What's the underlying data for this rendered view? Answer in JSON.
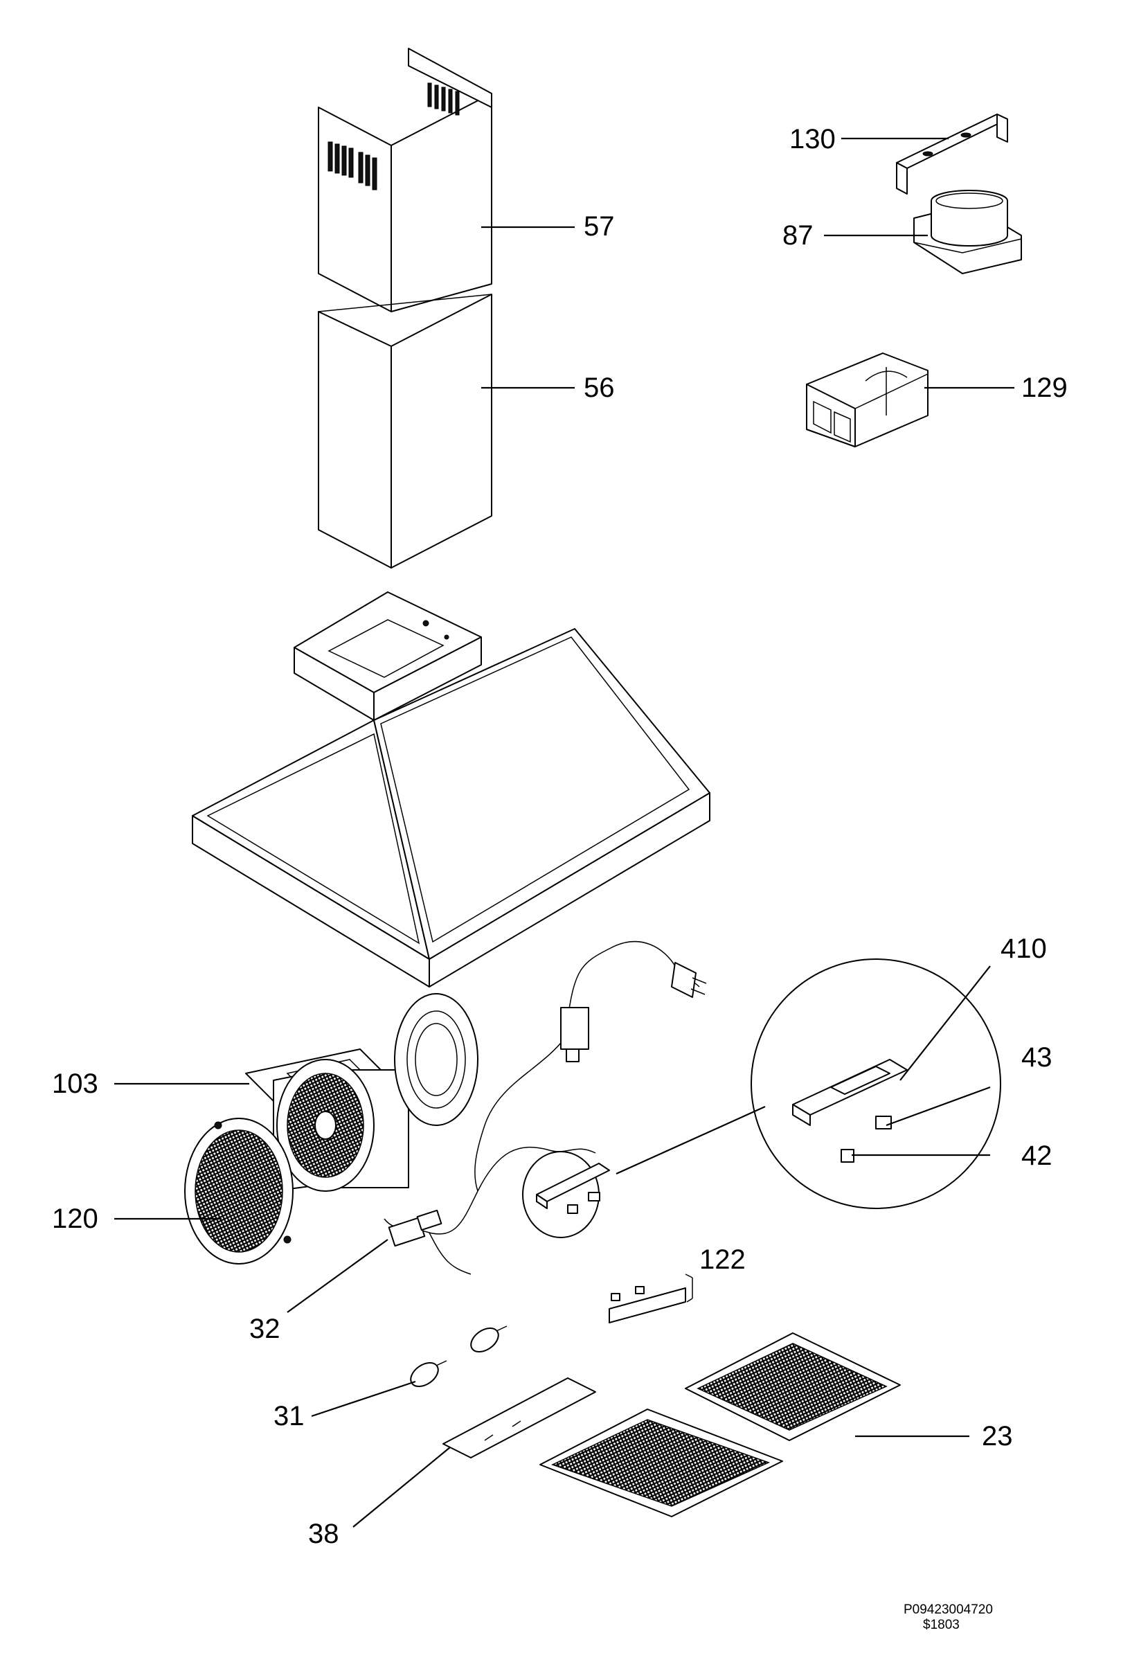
{
  "parts": {
    "p57": "57",
    "p56": "56",
    "p130": "130",
    "p87": "87",
    "p129": "129",
    "p410": "410",
    "p43": "43",
    "p42": "42",
    "p103": "103",
    "p120": "120",
    "p122": "122",
    "p32": "32",
    "p31": "31",
    "p23": "23",
    "p38": "38"
  },
  "doc": {
    "number": "P09423004720",
    "revision": "$1803"
  }
}
